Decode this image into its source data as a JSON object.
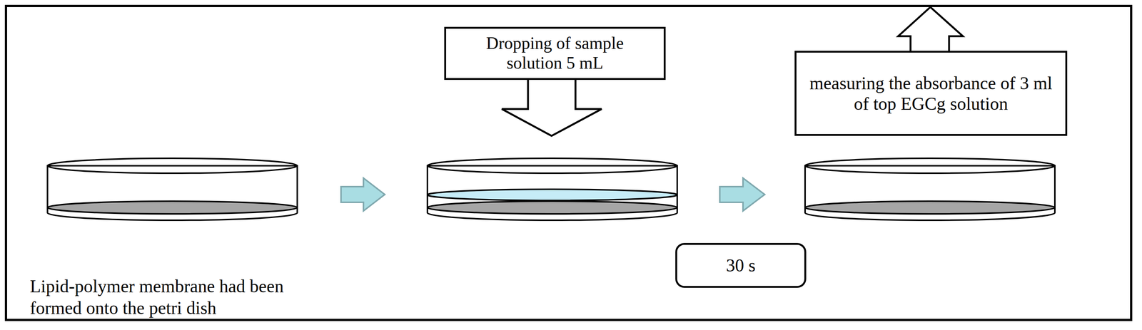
{
  "diagram": {
    "nodes": [
      {
        "text": [
          "Dropping of sample solution 5 mL"
        ]
      },
      {
        "text": [
          "measuring the absorbance of 3 ml of top EGCg solution"
        ]
      },
      {
        "text": [
          "30 s"
        ]
      }
    ],
    "labels": [
      "Lipid-polymer membrane had been formed onto the petri dish"
    ]
  }
}
